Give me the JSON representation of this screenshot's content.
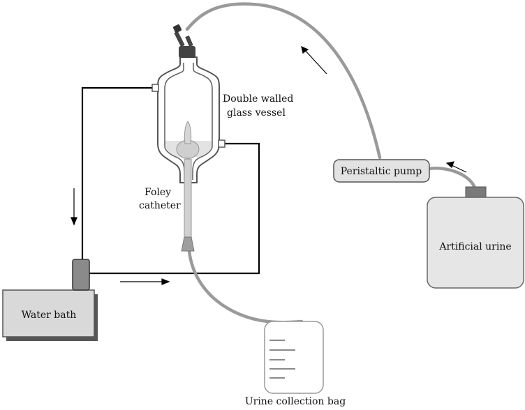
{
  "labels": {
    "vessel_line1": "Double walled",
    "vessel_line2": "glass vessel",
    "pump": "Peristaltic pump",
    "urine_container": "Artificial urine",
    "catheter_line1": "Foley",
    "catheter_line2": "catheter",
    "water_bath": "Water bath",
    "collection_bag": "Urine collection bag"
  }
}
